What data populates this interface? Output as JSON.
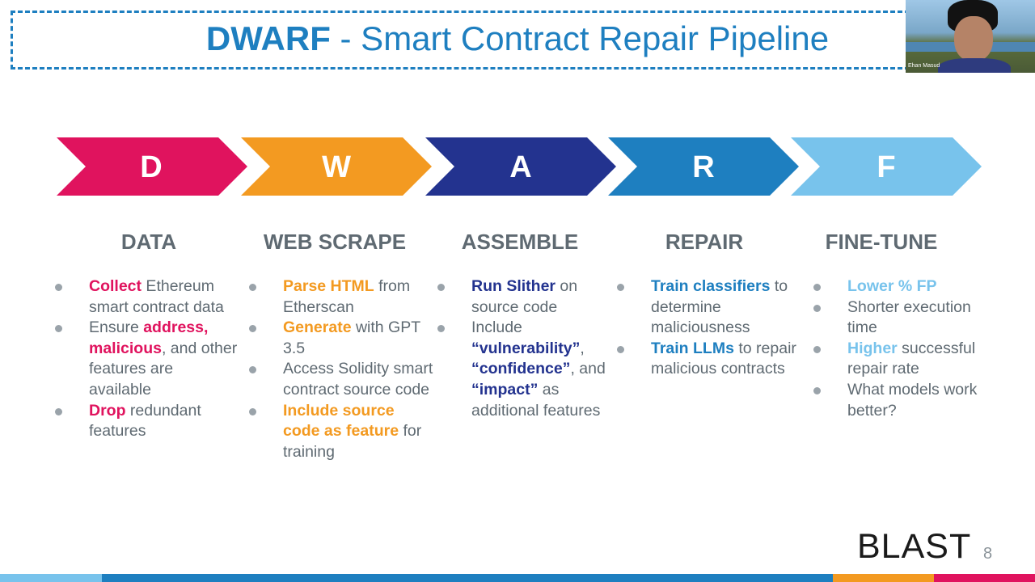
{
  "title": {
    "strong": "DWARF",
    "rest": " - Smart Contract Repair Pipeline"
  },
  "webcam": {
    "participant_name": "Ehan Masud"
  },
  "colors": {
    "pink": "#e0135e",
    "orange": "#f39a21",
    "navy": "#23338f",
    "blue": "#1e7fc0",
    "light_blue": "#78c3ec",
    "text_gray": "#5f6a72"
  },
  "chevrons": [
    {
      "letter": "D",
      "color": "#e0135e"
    },
    {
      "letter": "W",
      "color": "#f39a21"
    },
    {
      "letter": "A",
      "color": "#23338f"
    },
    {
      "letter": "R",
      "color": "#1e7fc0"
    },
    {
      "letter": "F",
      "color": "#78c3ec"
    }
  ],
  "columns": [
    {
      "heading": "DATA",
      "accent": "pink",
      "bullets": [
        [
          {
            "t": "Collect",
            "b": true
          },
          {
            "t": " Ethereum smart contract data"
          }
        ],
        [
          {
            "t": "Ensure "
          },
          {
            "t": "address, malicious",
            "b": true
          },
          {
            "t": ", and other features are available"
          }
        ],
        [
          {
            "t": "Drop",
            "b": true
          },
          {
            "t": " redundant features"
          }
        ]
      ]
    },
    {
      "heading": "WEB SCRAPE",
      "accent": "orange",
      "bullets": [
        [
          {
            "t": "Parse HTML",
            "b": true
          },
          {
            "t": " from Etherscan"
          }
        ],
        [
          {
            "t": "Generate",
            "b": true
          },
          {
            "t": " with GPT 3.5"
          }
        ],
        [
          {
            "t": "Access Solidity smart contract source code"
          }
        ],
        [
          {
            "t": "Include source code as feature",
            "b": true
          },
          {
            "t": " for training"
          }
        ]
      ]
    },
    {
      "heading": "ASSEMBLE",
      "accent": "navy",
      "bullets": [
        [
          {
            "t": "Run Slither",
            "b": true
          },
          {
            "t": " on source code"
          }
        ],
        [
          {
            "t": "Include "
          },
          {
            "t": "“vulnerability”",
            "b": true
          },
          {
            "t": ", "
          },
          {
            "t": "“confidence”",
            "b": true
          },
          {
            "t": ", and "
          },
          {
            "t": "“impact”",
            "b": true
          },
          {
            "t": " as additional features"
          }
        ]
      ]
    },
    {
      "heading": "REPAIR",
      "accent": "blue",
      "bullets": [
        [
          {
            "t": "Train classifiers",
            "b": true
          },
          {
            "t": " to determine maliciousness"
          }
        ],
        [
          {
            "t": "Train LLMs",
            "b": true
          },
          {
            "t": " to repair malicious contracts"
          }
        ]
      ]
    },
    {
      "heading": "FINE-TUNE",
      "accent": "light",
      "bullets": [
        [
          {
            "t": "Lower % FP",
            "b": true
          }
        ],
        [
          {
            "t": "Shorter execution time"
          }
        ],
        [
          {
            "t": "Higher",
            "b": true
          },
          {
            "t": " successful repair rate"
          }
        ],
        [
          {
            "t": "What models work better?"
          }
        ]
      ]
    }
  ],
  "logo": {
    "text": "BLAST"
  },
  "page_number": "8",
  "footer_colors": [
    "#78c3ec",
    "#1e7fc0",
    "#f39a21",
    "#e0135e"
  ]
}
